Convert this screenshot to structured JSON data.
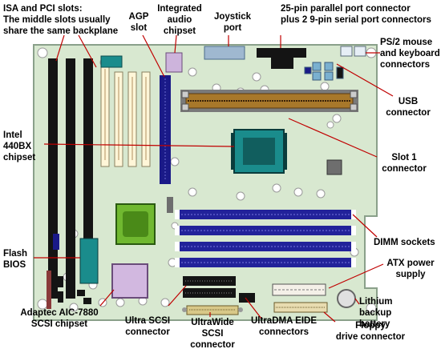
{
  "labels": {
    "isa_pci": "ISA and PCI slots:\nThe middle slots usually\nshare the same backplane",
    "agp": "AGP\nslot",
    "audio": "Integrated\naudio\nchipset",
    "joystick": "Joystick\nport",
    "parallel": "25-pin parallel port connector\nplus 2 9-pin serial port connectors",
    "ps2": "PS/2 mouse\nand keyboard\nconnectors",
    "usb": "USB\nconnector",
    "intel": "Intel\n440BX\nchipset",
    "slot1": "Slot 1\nconnector",
    "dimm": "DIMM sockets",
    "flash": "Flash\nBIOS",
    "atx": "ATX power\nsupply",
    "lithium": "Lithium\nbackup\nbattery",
    "adaptec": "Adaptec AIC-7880\nSCSI chipset",
    "ultra_scsi": "Ultra SCSI\nconnector",
    "ultrawide": "UltraWide\nSCSI\nconnector",
    "eide": "UltraDMA EIDE\nconnectors",
    "floppy": "Floppy\ndrive connector"
  },
  "colors": {
    "board": "#d8e8d0",
    "board_edge": "#8aa08a",
    "slot_black": "#141414",
    "slot_ivory": "#fff6d8",
    "agp": "#1a1a88",
    "cpu_slot": "#a8782a",
    "dimm": "#22229a",
    "chipset": "#1a8c8c",
    "audio_chip": "#cdb4dc",
    "adaptec_chip": "#d2b8e0",
    "green_chip": "#70b830",
    "leader": "#c00000"
  }
}
